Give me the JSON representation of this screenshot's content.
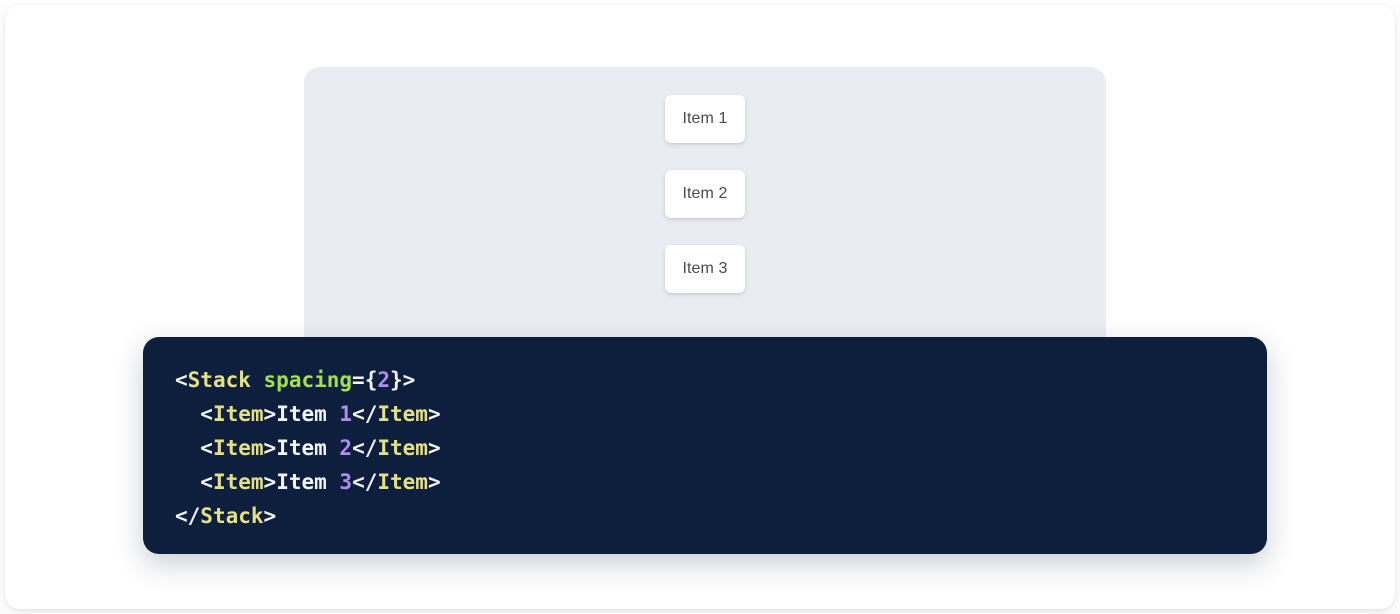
{
  "preview": {
    "panel_bg": "#e9ecf2",
    "items": [
      {
        "label": "Item 1"
      },
      {
        "label": "Item 2"
      },
      {
        "label": "Item 3"
      }
    ]
  },
  "code_block": {
    "background": "#0d1f3c",
    "language": "jsx",
    "colors": {
      "punctuation": "#f2f5fa",
      "tag": "#e6e085",
      "attribute": "#a3e04b",
      "number": "#b18cf0",
      "text": "#f2f5fa"
    },
    "lines": [
      {
        "indent": "",
        "tokens": [
          {
            "t": "punct",
            "v": "<"
          },
          {
            "t": "tag",
            "v": "Stack"
          },
          {
            "t": "text",
            "v": " "
          },
          {
            "t": "attr",
            "v": "spacing"
          },
          {
            "t": "punct",
            "v": "={"
          },
          {
            "t": "num",
            "v": "2"
          },
          {
            "t": "punct",
            "v": "}>"
          }
        ]
      },
      {
        "indent": "  ",
        "tokens": [
          {
            "t": "punct",
            "v": "<"
          },
          {
            "t": "tag",
            "v": "Item"
          },
          {
            "t": "punct",
            "v": ">"
          },
          {
            "t": "text",
            "v": "Item "
          },
          {
            "t": "num",
            "v": "1"
          },
          {
            "t": "punct",
            "v": "</"
          },
          {
            "t": "tag",
            "v": "Item"
          },
          {
            "t": "punct",
            "v": ">"
          }
        ]
      },
      {
        "indent": "  ",
        "tokens": [
          {
            "t": "punct",
            "v": "<"
          },
          {
            "t": "tag",
            "v": "Item"
          },
          {
            "t": "punct",
            "v": ">"
          },
          {
            "t": "text",
            "v": "Item "
          },
          {
            "t": "num",
            "v": "2"
          },
          {
            "t": "punct",
            "v": "</"
          },
          {
            "t": "tag",
            "v": "Item"
          },
          {
            "t": "punct",
            "v": ">"
          }
        ]
      },
      {
        "indent": "  ",
        "tokens": [
          {
            "t": "punct",
            "v": "<"
          },
          {
            "t": "tag",
            "v": "Item"
          },
          {
            "t": "punct",
            "v": ">"
          },
          {
            "t": "text",
            "v": "Item "
          },
          {
            "t": "num",
            "v": "3"
          },
          {
            "t": "punct",
            "v": "</"
          },
          {
            "t": "tag",
            "v": "Item"
          },
          {
            "t": "punct",
            "v": ">"
          }
        ]
      },
      {
        "indent": "",
        "tokens": [
          {
            "t": "punct",
            "v": "</"
          },
          {
            "t": "tag",
            "v": "Stack"
          },
          {
            "t": "punct",
            "v": ">"
          }
        ]
      }
    ]
  }
}
